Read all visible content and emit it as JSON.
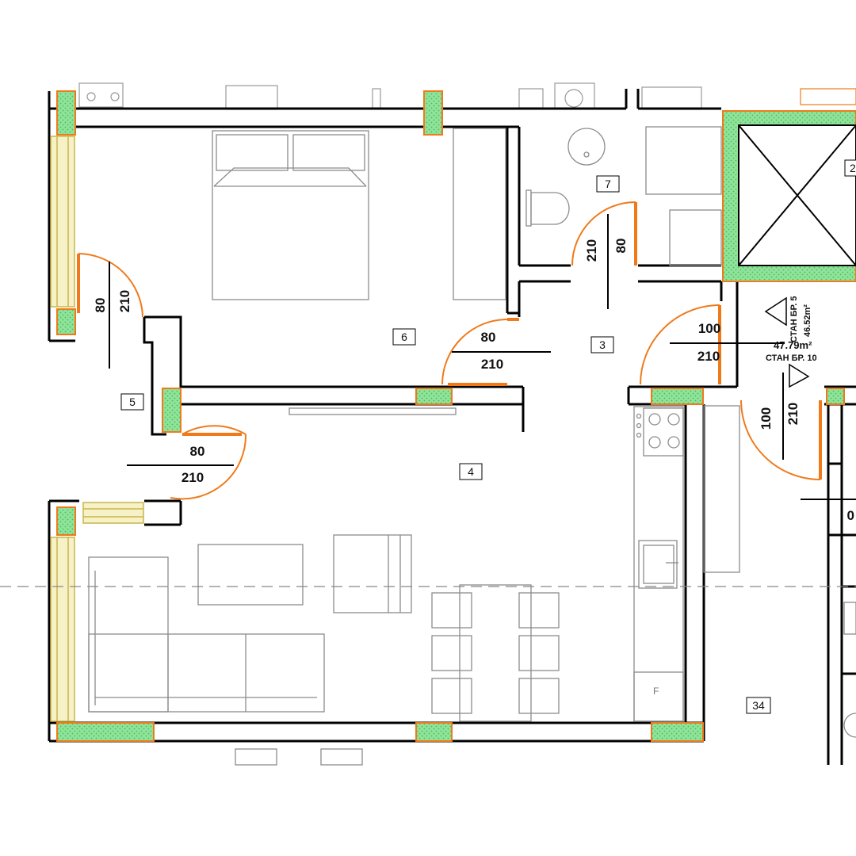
{
  "plan": {
    "rooms": [
      {
        "id": "room-4",
        "label": "4"
      },
      {
        "id": "room-5",
        "label": "5"
      },
      {
        "id": "room-6",
        "label": "6"
      },
      {
        "id": "room-3",
        "label": "3"
      },
      {
        "id": "room-7",
        "label": "7"
      },
      {
        "id": "room-34",
        "label": "34"
      },
      {
        "id": "room-2-partial",
        "label": "2"
      }
    ],
    "doors": [
      {
        "id": "door-bedroom",
        "width": "80",
        "height": "210"
      },
      {
        "id": "door-hall-bedroom",
        "width": "80",
        "height": "210"
      },
      {
        "id": "door-bathroom",
        "width": "80",
        "height": "210"
      },
      {
        "id": "door-entrance",
        "width": "100",
        "height": "210"
      },
      {
        "id": "door-living",
        "width": "80",
        "height": "210"
      },
      {
        "id": "door-neighbor",
        "width": "100",
        "height": "210"
      },
      {
        "id": "door-partial",
        "width": "0"
      }
    ],
    "apartments": {
      "apt5_label": "СТАН БР. 5",
      "apt5_area": "46.52m²",
      "apt10_area": "47.79m²",
      "apt10_label": "СТАН БР. 10"
    },
    "fridge_label": "F",
    "colors": {
      "wall": "#000000",
      "column_fill": "#8fe39a",
      "column_edge": "#f07a1a",
      "window_fill": "#f7f1c8",
      "window_edge": "#c9b64a",
      "furniture": "#8c8c8c",
      "door_arc": "#f07a1a"
    }
  }
}
